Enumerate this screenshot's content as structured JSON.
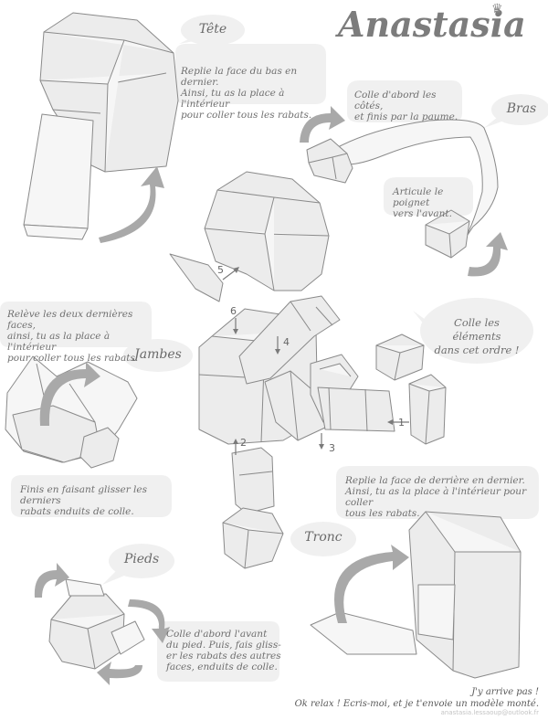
{
  "title": "Anastasia",
  "labels": {
    "tete": "Tête",
    "bras": "Bras",
    "jambes": "Jambes",
    "pieds": "Pieds",
    "tronc": "Tronc"
  },
  "instructions": {
    "tete": [
      "Replie la face du bas en dernier.",
      "Ainsi, tu as la place à l'intérieur",
      "pour coller tous les rabats."
    ],
    "bras_top": [
      "Colle d'abord les côtés,",
      "et finis par la paume."
    ],
    "bras_wrist": [
      "Articule le poignet",
      "vers l'avant."
    ],
    "jambes_top": [
      "Relève les deux dernières faces,",
      "ainsi, tu as la place à l'intérieur",
      "pour coller tous les rabats."
    ],
    "jambes_bottom": [
      "Finis en faisant glisser les derniers",
      "rabats enduits de colle."
    ],
    "order": [
      "Colle les éléments",
      "dans cet ordre !"
    ],
    "tronc": [
      "Replie la face de derrière en dernier.",
      "Ainsi, tu as la place à l'intérieur pour coller",
      "tous les rabats."
    ],
    "pieds": [
      "Colle d'abord l'avant",
      "du pied. Puis, fais gliss-",
      "er les rabats des autres",
      "faces, enduits de colle."
    ]
  },
  "steps": [
    "1",
    "2",
    "3",
    "4",
    "5",
    "6"
  ],
  "footer": [
    "J'y arrive pas !",
    "Ok relax ! Ecris-moi, et je t'envoie un modèle monté."
  ],
  "credit": "anastasia.lessaoup@outlook.fr",
  "colors": {
    "part_fill": "#ececec",
    "part_stroke": "#8a8a8a",
    "arrow": "#a9a9a9",
    "bubble": "#f0f0f0"
  }
}
